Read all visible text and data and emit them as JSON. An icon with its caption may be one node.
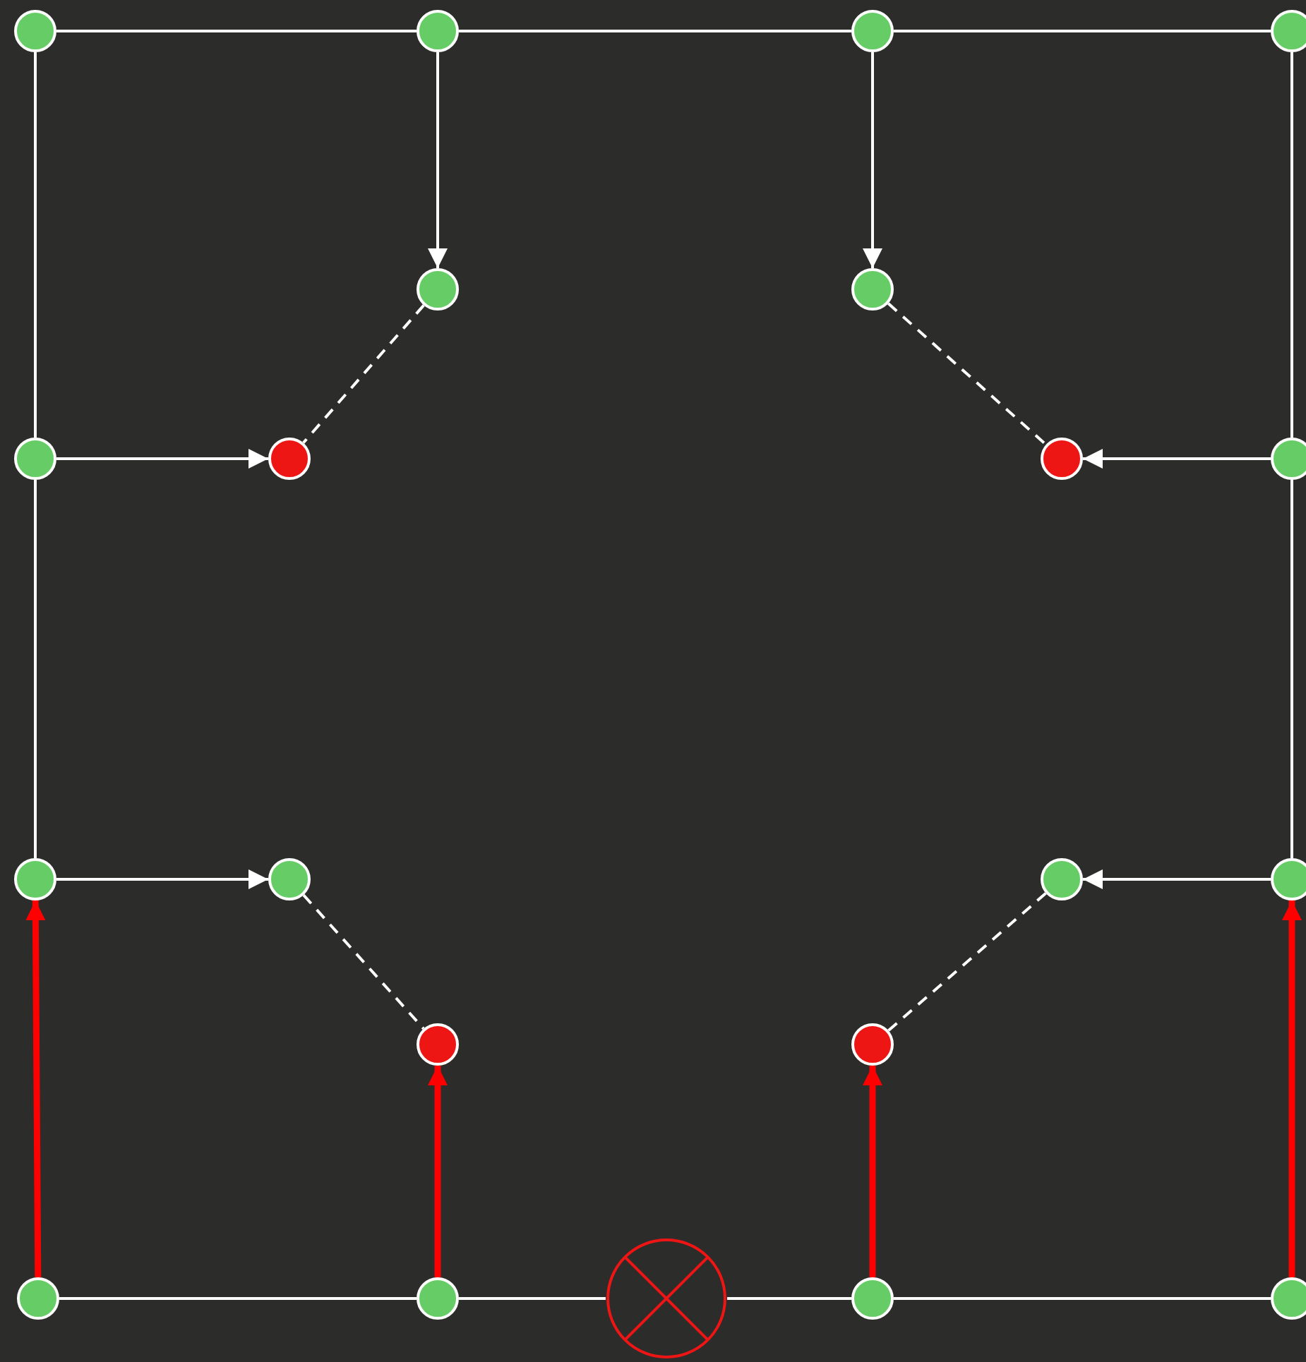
{
  "diagram": {
    "nodes": [
      {
        "text": [],
        "shape": "circle"
      },
      {
        "text": [],
        "shape": "circle"
      },
      {
        "text": [],
        "shape": "circle"
      },
      {
        "text": [],
        "shape": "circle"
      },
      {
        "text": [],
        "shape": "circle"
      },
      {
        "text": [],
        "shape": "circle"
      },
      {
        "text": [],
        "shape": "circle"
      },
      {
        "text": [],
        "shape": "circle"
      },
      {
        "text": [],
        "shape": "circle"
      },
      {
        "text": [],
        "shape": "circle"
      },
      {
        "text": [],
        "shape": "circle"
      },
      {
        "text": [],
        "shape": "circle"
      },
      {
        "text": [],
        "shape": "circle"
      },
      {
        "text": [],
        "shape": "circle"
      },
      {
        "text": [],
        "shape": "circle"
      },
      {
        "text": [],
        "shape": "circle"
      },
      {
        "text": [],
        "shape": "circle"
      },
      {
        "text": [],
        "shape": "circle"
      },
      {
        "text": [],
        "shape": "circle"
      },
      {
        "text": [],
        "shape": "circle"
      },
      {
        "text": [],
        "shape": "circle"
      }
    ],
    "edges": [
      {
        "from": 0,
        "to": 1,
        "arrow": "none"
      },
      {
        "from": 1,
        "to": 2,
        "arrow": "none"
      },
      {
        "from": 2,
        "to": 3,
        "arrow": "none"
      },
      {
        "from": 1,
        "to": 4,
        "arrow": "to"
      },
      {
        "from": 2,
        "to": 5,
        "arrow": "to"
      },
      {
        "from": 0,
        "to": 6,
        "arrow": "none"
      },
      {
        "from": 6,
        "to": 10,
        "arrow": "none"
      },
      {
        "from": 3,
        "to": 9,
        "arrow": "none"
      },
      {
        "from": 9,
        "to": 13,
        "arrow": "none"
      },
      {
        "from": 6,
        "to": 7,
        "arrow": "to"
      },
      {
        "from": 9,
        "to": 8,
        "arrow": "to"
      },
      {
        "from": 10,
        "to": 11,
        "arrow": "to"
      },
      {
        "from": 13,
        "to": 12,
        "arrow": "to"
      },
      {
        "from": 4,
        "to": 7,
        "arrow": "none",
        "style": "dashed"
      },
      {
        "from": 5,
        "to": 8,
        "arrow": "none",
        "style": "dashed"
      },
      {
        "from": 11,
        "to": 14,
        "arrow": "none",
        "style": "dashed"
      },
      {
        "from": 12,
        "to": 15,
        "arrow": "none",
        "style": "dashed"
      },
      {
        "from": 16,
        "to": 10,
        "arrow": "to",
        "style": "thick",
        "color": "#ff0000"
      },
      {
        "from": 17,
        "to": 14,
        "arrow": "to",
        "style": "thick",
        "color": "#ff0000"
      },
      {
        "from": 19,
        "to": 15,
        "arrow": "to",
        "style": "thick",
        "color": "#ff0000"
      },
      {
        "from": 20,
        "to": 13,
        "arrow": "to",
        "style": "thick",
        "color": "#ff0000"
      },
      {
        "from": 16,
        "to": 17,
        "arrow": "none"
      },
      {
        "from": 17,
        "to": 18,
        "arrow": "none"
      },
      {
        "from": 18,
        "to": 19,
        "arrow": "none"
      },
      {
        "from": 19,
        "to": 20,
        "arrow": "none"
      }
    ]
  }
}
